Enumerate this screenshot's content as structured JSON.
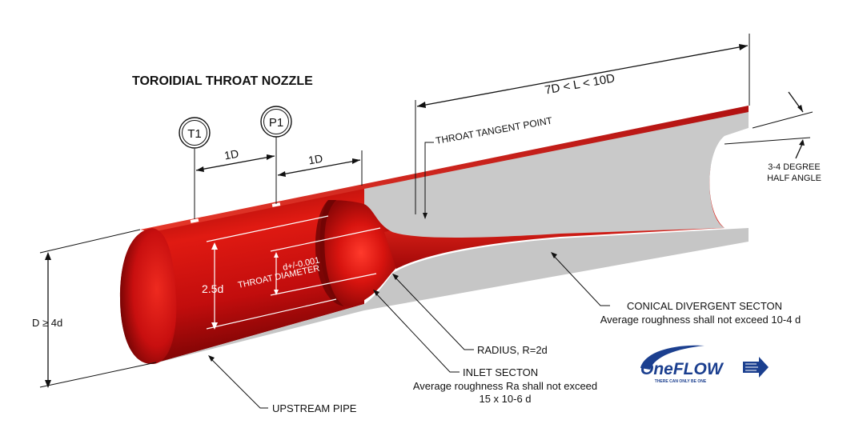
{
  "title": "TOROIDIAL THROAT NOZZLE",
  "taps": {
    "t1": "T1",
    "p1": "P1"
  },
  "dimensions": {
    "spacing_1": "1D",
    "spacing_2": "1D",
    "length": "7D < L < 10D",
    "pipe_diameter": "D ≥ 4d",
    "inlet_diameter": "2.5d",
    "throat_diameter_tol": "d+/-0.001",
    "throat_diameter": "THROAT DIAMETER"
  },
  "labels": {
    "throat_tangent_point": "THROAT TANGENT POINT",
    "half_angle_line1": "3-4 DEGREE",
    "half_angle_line2": "HALF ANGLE",
    "conical_line1": "CONICAL DIVERGENT SECTON",
    "conical_line2": "Average roughness shall not exceed 10-4 d",
    "radius": "RADIUS, R=2d",
    "inlet_line1": "INLET SECTON",
    "inlet_line2": "Average roughness Ra shall not exceed",
    "inlet_line3": "15 x 10-6 d",
    "upstream_pipe": "UPSTREAM PIPE"
  },
  "logo": {
    "brand": "OneFLOW",
    "tagline": "THERE CAN ONLY BE ONE"
  },
  "colors": {
    "body_red": "#d21010",
    "dark_red": "#8a0606",
    "wall_gray": "#c4c4c4",
    "logo_blue": "#1b3f8f"
  }
}
